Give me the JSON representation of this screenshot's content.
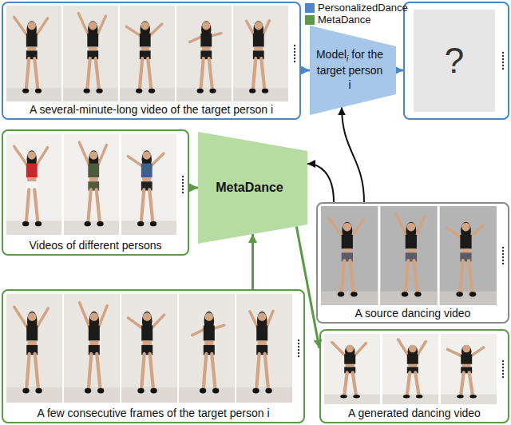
{
  "diagram": {
    "nodes": [
      {
        "text": [
          "A several-minute-long video of the target person i"
        ]
      },
      {
        "text": [
          "Model",
          "i",
          "for the target person i"
        ]
      },
      {
        "text": [
          "?"
        ]
      },
      {
        "text": [
          "Videos of different persons"
        ]
      },
      {
        "text": [
          "MetaDance"
        ]
      },
      {
        "text": [
          "A source dancing video"
        ]
      },
      {
        "text": [
          "A few consecutive frames of the target person i"
        ]
      },
      {
        "text": [
          "A generated dancing video"
        ]
      }
    ],
    "edges": [
      {
        "from": 0,
        "to": 1,
        "arrow": "to"
      },
      {
        "from": 1,
        "to": 2,
        "arrow": "to"
      },
      {
        "from": 5,
        "to": 1,
        "arrow": "to"
      },
      {
        "from": 3,
        "to": 4,
        "arrow": "to"
      },
      {
        "from": 5,
        "to": 4,
        "arrow": "to"
      },
      {
        "from": 6,
        "to": 4,
        "arrow": "to"
      },
      {
        "from": 4,
        "to": 7,
        "arrow": "to"
      }
    ],
    "legend": [
      {
        "text": "PersonalizedDance",
        "color": "#4a86c8"
      },
      {
        "text": "MetaDance",
        "color": "#5a9a45"
      }
    ]
  }
}
